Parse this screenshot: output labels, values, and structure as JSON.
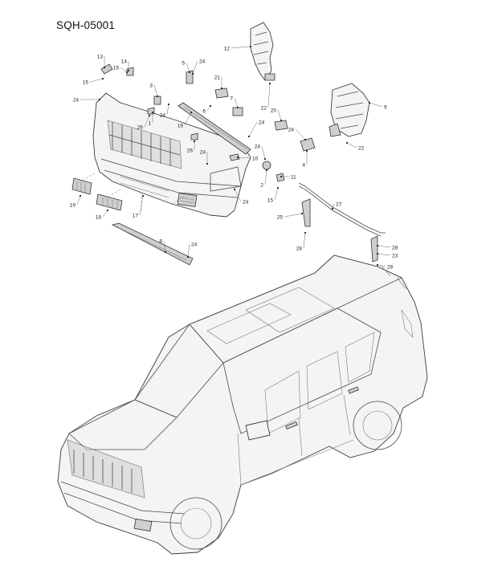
{
  "title": "SQH-05001",
  "callouts": [
    {
      "id": "c13",
      "text": "13"
    },
    {
      "id": "c14",
      "text": "14"
    },
    {
      "id": "c15a",
      "text": "15"
    },
    {
      "id": "c15b",
      "text": "15"
    },
    {
      "id": "c24a",
      "text": "24"
    },
    {
      "id": "c5",
      "text": "5"
    },
    {
      "id": "c24b",
      "text": "24"
    },
    {
      "id": "c3",
      "text": "3"
    },
    {
      "id": "c24c",
      "text": "24"
    },
    {
      "id": "c1",
      "text": "1"
    },
    {
      "id": "c26a",
      "text": "26"
    },
    {
      "id": "c21",
      "text": "21"
    },
    {
      "id": "c7",
      "text": "7"
    },
    {
      "id": "c16",
      "text": "16"
    },
    {
      "id": "c6",
      "text": "6"
    },
    {
      "id": "c12",
      "text": "12"
    },
    {
      "id": "c22a",
      "text": "22"
    },
    {
      "id": "c20",
      "text": "20"
    },
    {
      "id": "c24d",
      "text": "24"
    },
    {
      "id": "c24e",
      "text": "24"
    },
    {
      "id": "c9",
      "text": "9"
    },
    {
      "id": "c22b",
      "text": "22"
    },
    {
      "id": "c26b",
      "text": "26"
    },
    {
      "id": "c24f",
      "text": "24"
    },
    {
      "id": "c24g",
      "text": "24"
    },
    {
      "id": "c10",
      "text": "10"
    },
    {
      "id": "c4",
      "text": "4"
    },
    {
      "id": "c11",
      "text": "11"
    },
    {
      "id": "c2",
      "text": "2"
    },
    {
      "id": "c15c",
      "text": "15"
    },
    {
      "id": "c19",
      "text": "19"
    },
    {
      "id": "c18",
      "text": "18"
    },
    {
      "id": "c17",
      "text": "17"
    },
    {
      "id": "c24h",
      "text": "24"
    },
    {
      "id": "c27",
      "text": "27"
    },
    {
      "id": "c25",
      "text": "25"
    },
    {
      "id": "c28a",
      "text": "28"
    },
    {
      "id": "c28b",
      "text": "28"
    },
    {
      "id": "c23",
      "text": "23"
    },
    {
      "id": "c28c",
      "text": "28"
    },
    {
      "id": "c8",
      "text": "8"
    },
    {
      "id": "c24i",
      "text": "24"
    }
  ]
}
